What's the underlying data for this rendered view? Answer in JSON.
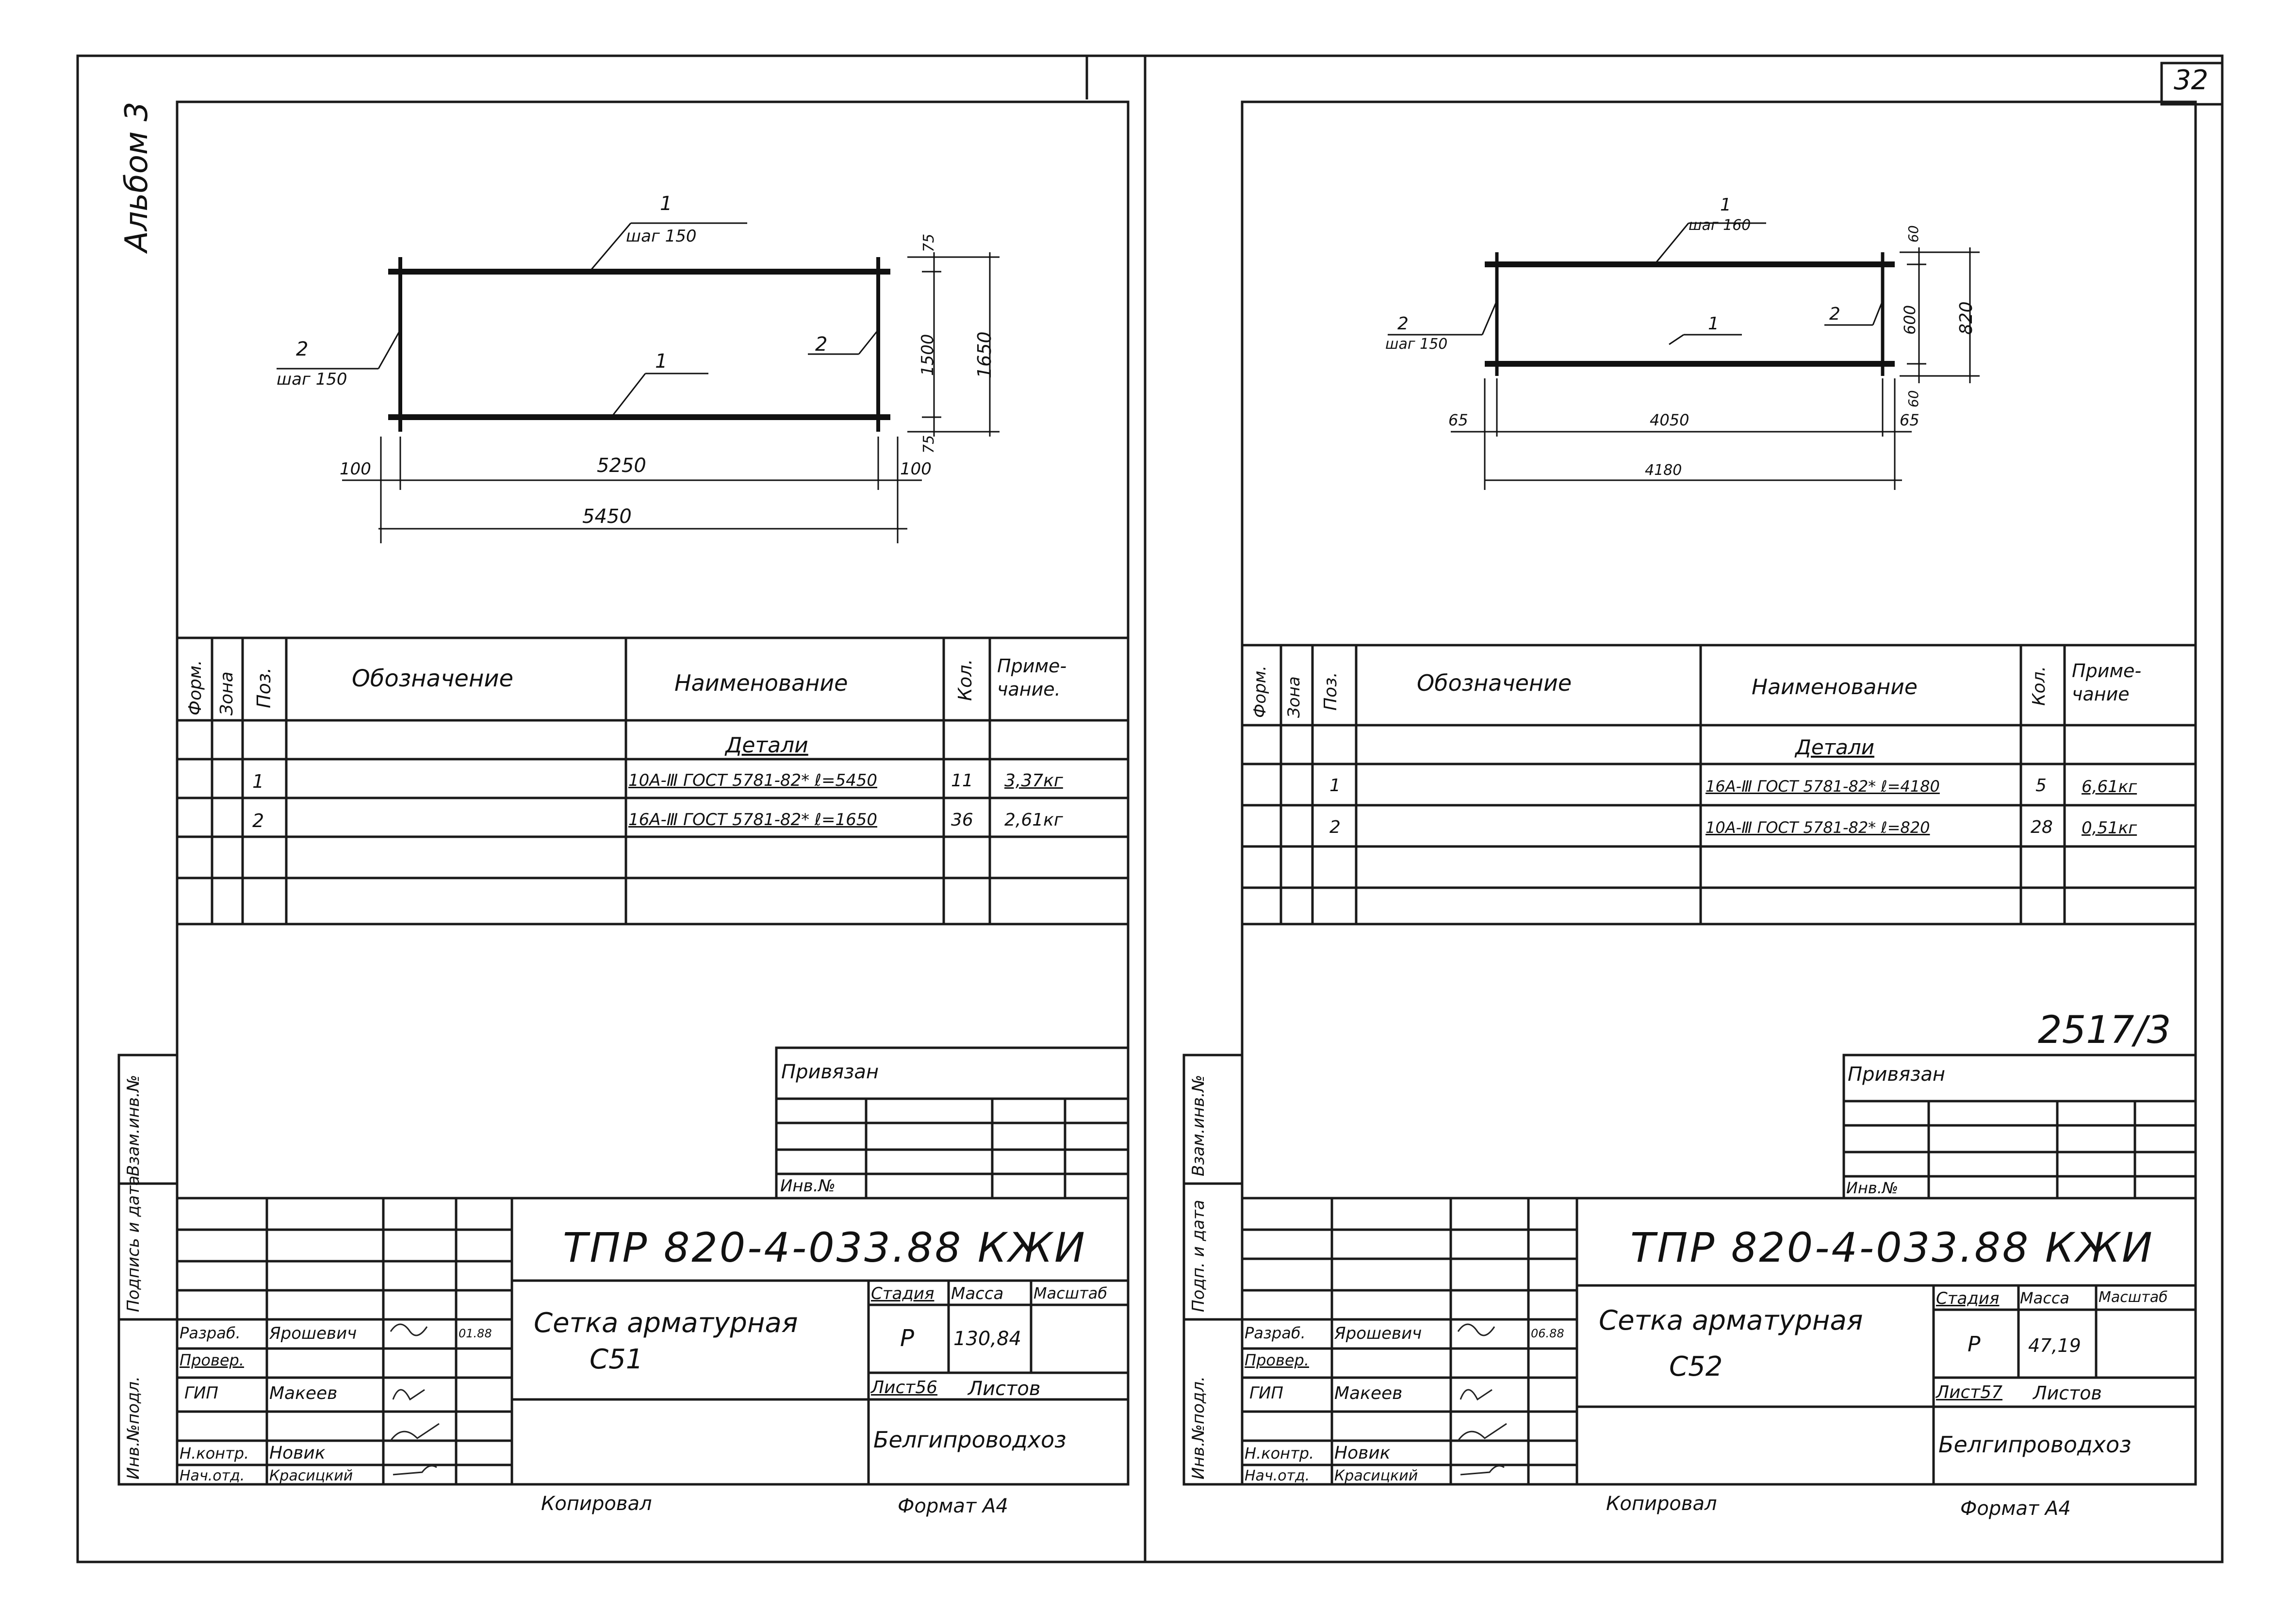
{
  "page_number": "32",
  "album_label": "Альбом 3",
  "sheet_ref": "2517/3",
  "sheets": [
    {
      "drawing": {
        "pos1": "1",
        "pos1_step": "шаг 150",
        "pos2": "2",
        "pos2_step": "шаг 150",
        "pos1_mid": "1",
        "pos2_right": "2",
        "dim_top": "75",
        "dim_mid": "1500",
        "dim_bot": "75",
        "dim_total_h": "1650",
        "dim_left": "100",
        "dim_inner_w": "5250",
        "dim_right": "100",
        "dim_total_w": "5450"
      },
      "spec": {
        "headers": [
          "Форм.",
          "Зона",
          "Поз.",
          "Обозначение",
          "Наименование",
          "Кол.",
          "Приме-\nчание."
        ],
        "section": "Детали",
        "rows": [
          {
            "pos": "1",
            "name": "10А-Ⅲ ГОСТ 5781-82* ℓ=5450",
            "qty": "11",
            "note": "3,37кг"
          },
          {
            "pos": "2",
            "name": "16А-Ⅲ ГОСТ 5781-82* ℓ=1650",
            "qty": "36",
            "note": "2,61кг"
          }
        ]
      },
      "side": [
        "Инв.№подл.",
        "Подпись и дата",
        "Взам.инв.№"
      ],
      "privyazan": "Привязан",
      "inv_no": "Инв.№",
      "title_block": {
        "code": "ТПР 820-4-033.88 КЖИ",
        "name_line1": "Сетка арматурная",
        "name_line2": "С51",
        "stage_h": "Стадия",
        "mass_h": "Масса",
        "scale_h": "Масштаб",
        "stage": "Р",
        "mass": "130,84",
        "scale": "",
        "sheet_label": "Лист56",
        "sheets_label": "Листов",
        "org": "Белгипроводхоз",
        "roles": [
          {
            "role": "Разраб.",
            "name": "Ярошевич",
            "date": "01.88"
          },
          {
            "role": "Провер.",
            "name": "",
            "date": ""
          },
          {
            "role": "ГИП",
            "name": "Макеев",
            "date": ""
          },
          {
            "role": "Н.контр.",
            "name": "Новик",
            "date": ""
          },
          {
            "role": "Нач.отд.",
            "name": "Красицкий",
            "date": ""
          }
        ]
      },
      "copied": "Копировал",
      "format": "Формат А4"
    },
    {
      "drawing": {
        "pos1": "1",
        "pos1_step": "шаг 160",
        "pos2": "2",
        "pos2_step": "шаг 150",
        "pos1_mid": "1",
        "pos2_right": "2",
        "dim_top": "60",
        "dim_mid": "600",
        "dim_bot": "60",
        "dim_total_h": "820",
        "dim_left": "65",
        "dim_inner_w": "4050",
        "dim_right": "65",
        "dim_total_w": "4180"
      },
      "spec": {
        "headers": [
          "Форм.",
          "Зона",
          "Поз.",
          "Обозначение",
          "Наименование",
          "Кол.",
          "Приме-\nчание"
        ],
        "section": "Детали",
        "rows": [
          {
            "pos": "1",
            "name": "16А-Ⅲ ГОСТ 5781-82* ℓ=4180",
            "qty": "5",
            "note": "6,61кг"
          },
          {
            "pos": "2",
            "name": "10А-Ⅲ ГОСТ 5781-82* ℓ=820",
            "qty": "28",
            "note": "0,51кг"
          }
        ]
      },
      "side": [
        "Инв.№подл.",
        "Подп. и дата",
        "Взам.инв.№"
      ],
      "privyazan": "Привязан",
      "inv_no": "Инв.№",
      "title_block": {
        "code": "ТПР 820-4-033.88 КЖИ",
        "name_line1": "Сетка арматурная",
        "name_line2": "С52",
        "stage_h": "Стадия",
        "mass_h": "Масса",
        "scale_h": "Масштаб",
        "stage": "Р",
        "mass": "47,19",
        "scale": "",
        "sheet_label": "Лист57",
        "sheets_label": "Листов",
        "org": "Белгипроводхоз",
        "roles": [
          {
            "role": "Разраб.",
            "name": "Ярошевич",
            "date": "06.88"
          },
          {
            "role": "Провер.",
            "name": "",
            "date": ""
          },
          {
            "role": "ГИП",
            "name": "Макеев",
            "date": ""
          },
          {
            "role": "Н.контр.",
            "name": "Новик",
            "date": ""
          },
          {
            "role": "Нач.отд.",
            "name": "Красицкий",
            "date": ""
          }
        ]
      },
      "copied": "Копировал",
      "format": "Формат А4"
    }
  ]
}
